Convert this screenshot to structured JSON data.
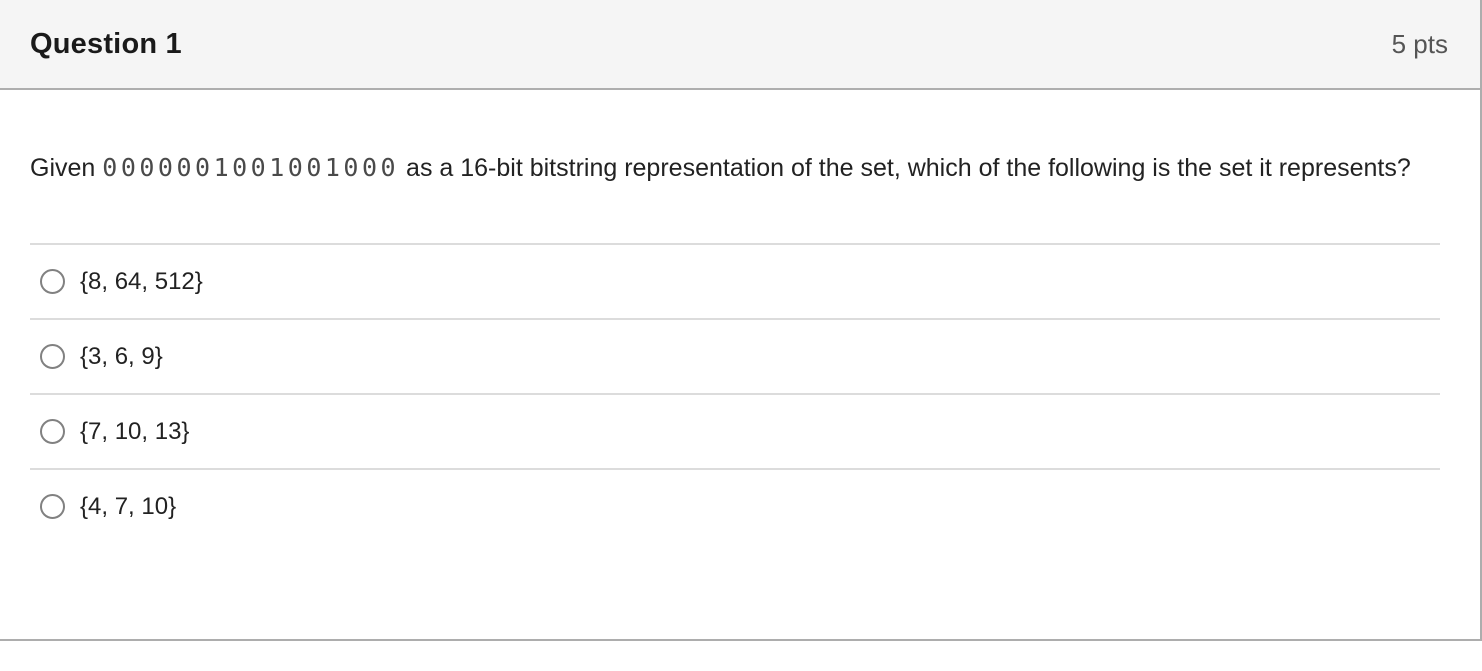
{
  "header": {
    "title": "Question 1",
    "points": "5 pts"
  },
  "question": {
    "prefix": "Given ",
    "bitstring": "0000001001001000",
    "suffix": " as a 16-bit bitstring representation of the set, which of the following is the set it represents?"
  },
  "options": [
    {
      "label": "{8, 64, 512}",
      "selected": false
    },
    {
      "label": "{3, 6, 9}",
      "selected": false
    },
    {
      "label": "{7, 10, 13}",
      "selected": false
    },
    {
      "label": "{4, 7, 10}",
      "selected": false
    }
  ],
  "colors": {
    "header_bg": "#f5f5f5",
    "card_border": "#adadad",
    "divider": "#dcdcdc",
    "radio_border": "#818181",
    "points_text": "#555555",
    "body_text": "#222222"
  }
}
